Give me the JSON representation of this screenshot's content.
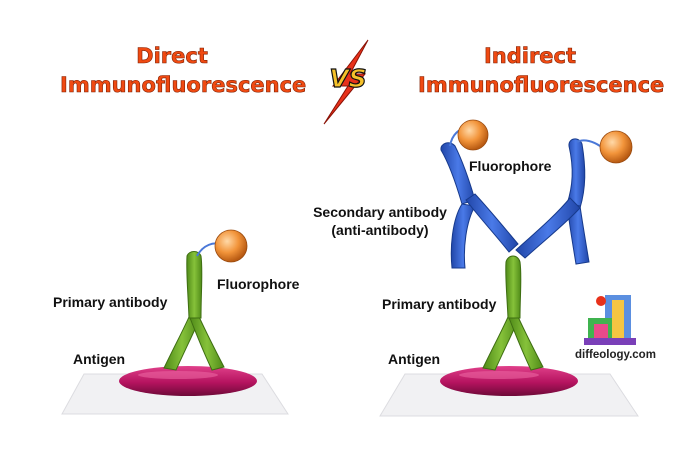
{
  "titles": {
    "direct_line1": "Direct",
    "direct_line2": "Immunofluorescence",
    "versus": "VS",
    "indirect_line1": "Indirect",
    "indirect_line2": "Immunofluorescence"
  },
  "direct": {
    "fluorophore": "Fluorophore",
    "primary_antibody": "Primary antibody",
    "antigen": "Antigen"
  },
  "indirect": {
    "fluorophore": "Fluorophore",
    "secondary_line1": "Secondary antibody",
    "secondary_line2": "(anti-antibody)",
    "primary_antibody": "Primary antibody",
    "antigen": "Antigen"
  },
  "brand": {
    "text": "diffeology.com"
  },
  "colors": {
    "title": "#f04a12",
    "primary_antibody": "#6fa82a",
    "secondary_antibody": "#2e5cc7",
    "fluorophore": "#f2943a",
    "antigen": "#b5135f",
    "bolt": "#e8311a"
  }
}
